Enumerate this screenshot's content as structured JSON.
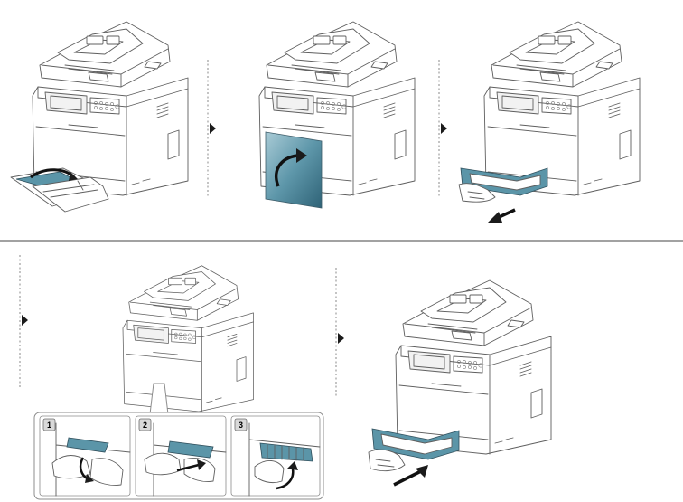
{
  "document": {
    "type": "paper-jam-instructions",
    "accent_color": "#5b95a8",
    "step_arrow_color": "#333333",
    "detail_steps": [
      {
        "number": "1"
      },
      {
        "number": "2"
      },
      {
        "number": "3"
      }
    ]
  }
}
